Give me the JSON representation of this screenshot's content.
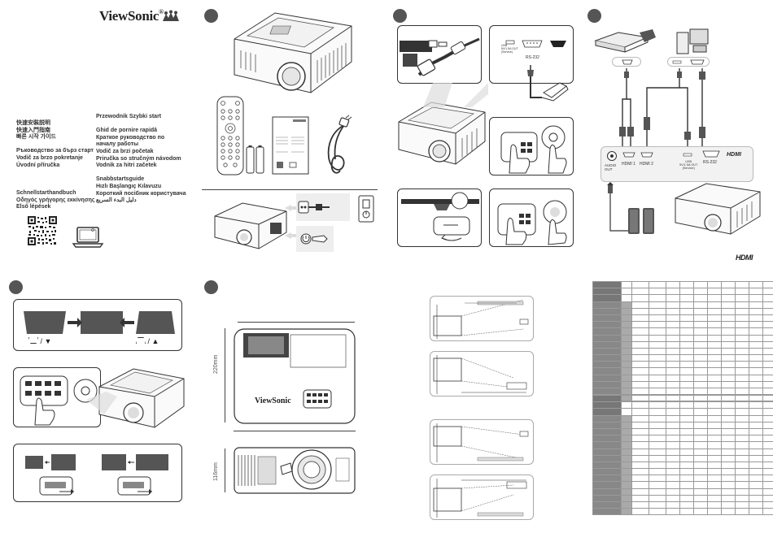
{
  "brand": {
    "name": "ViewSonic",
    "trademark": "®"
  },
  "languages": {
    "left": [
      "快速安裝説明",
      "快速入門指南",
      "빠른 시작 가이드",
      "",
      "Ръководство за бърз старт",
      "Vodič za brzo pokretanje",
      "Úvodní příručka",
      "",
      "",
      "",
      "Schnellstarthandbuch",
      "Οδηγός γρήγορης εκκίνησης",
      "Első lépések"
    ],
    "right": [
      "Przewodnik Szybki start",
      "",
      "Ghid de pornire rapidă",
      "Краткое руководство по",
      "началу работы",
      "Vodič za brzi početak",
      "Priručka so stručným návodom",
      "Vodnik za hitri začetek",
      "",
      "Snabbstartsguide",
      "Hızlı Başlangıç Kılavuzu",
      "Короткий посібник користувача",
      "دليل البدء السريع"
    ]
  },
  "keystone": {
    "minus_label": "/ ▼",
    "plus_label": "/ ▲"
  },
  "ports": {
    "usb_label": "USB\n5V/1.5A OUT\n(Service)",
    "hdmi1": "HDMI 1",
    "hdmi2": "HDMI 2",
    "rs232": "RS-232",
    "audio_out": "AUDIO\nOUT",
    "hdmi_logo": "HDMI"
  },
  "dimensions": {
    "width": "",
    "depth": "220mm",
    "height": "116mm"
  }
}
